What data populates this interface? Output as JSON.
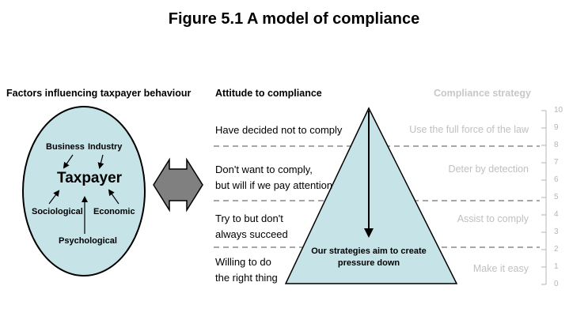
{
  "figure_title": "Figure 5.1 A model of compliance",
  "left_panel": {
    "heading": "Factors influencing taxpayer behaviour",
    "center": "Taxpayer",
    "factors": {
      "business": "Business",
      "industry": "Industry",
      "sociological": "Sociological",
      "economic": "Economic",
      "psychological": "Psychological"
    }
  },
  "middle_panel": {
    "heading": "Attitude to compliance",
    "levels": [
      {
        "line1": "Have decided not to comply",
        "line2": ""
      },
      {
        "line1": "Don't want to comply,",
        "line2": "but will if we pay attention"
      },
      {
        "line1": "Try to but don't",
        "line2": "always succeed"
      },
      {
        "line1": "Willing to do",
        "line2": "the right thing"
      }
    ],
    "pyramid_label_line1": "Our strategies aim to create",
    "pyramid_label_line2": "pressure down"
  },
  "right_panel": {
    "heading": "Compliance strategy",
    "strategies": [
      "Use the full force of the law",
      "Deter by detection",
      "Assist to comply",
      "Make it easy"
    ],
    "scale": [
      "10",
      "9",
      "8",
      "7",
      "6",
      "5",
      "4",
      "3",
      "2",
      "1",
      "0"
    ]
  },
  "colors": {
    "fill": "#c6e3e7",
    "outline": "#000000",
    "faded_text": "#c0c0c0",
    "arrow_gray": "#808080"
  }
}
